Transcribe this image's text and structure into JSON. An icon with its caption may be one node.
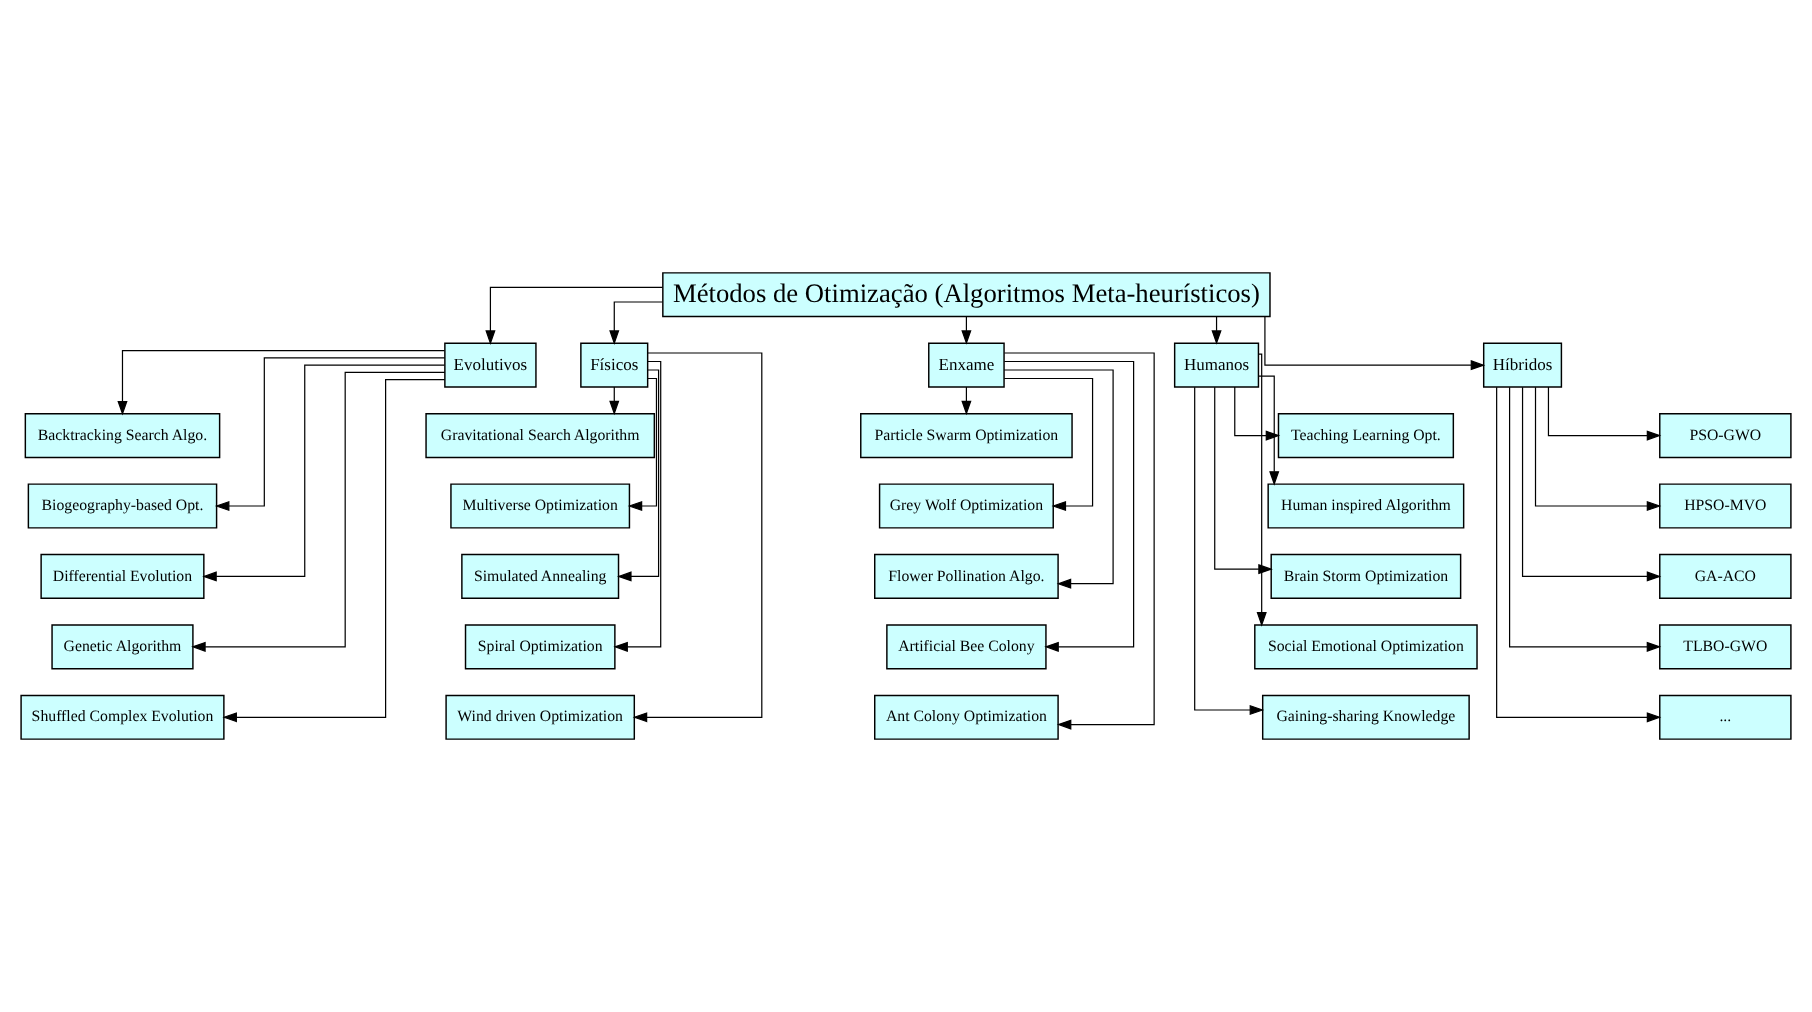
{
  "diagram": {
    "nodes": [
      {
        "text": [
          "Métodos de Otimização (Algoritmos Meta-heurísticos)"
        ]
      },
      {
        "text": [
          "Evolutivos"
        ]
      },
      {
        "text": [
          "Físicos"
        ]
      },
      {
        "text": [
          "Enxame"
        ]
      },
      {
        "text": [
          "Humanos"
        ]
      },
      {
        "text": [
          "Híbridos"
        ]
      },
      {
        "text": [
          "Backtracking Search Algo."
        ]
      },
      {
        "text": [
          "Biogeography-based Opt."
        ]
      },
      {
        "text": [
          "Differential Evolution"
        ]
      },
      {
        "text": [
          "Genetic Algorithm"
        ]
      },
      {
        "text": [
          "Shuffled Complex Evolution"
        ]
      },
      {
        "text": [
          "Gravitational Search Algorithm"
        ]
      },
      {
        "text": [
          "Multiverse Optimization"
        ]
      },
      {
        "text": [
          "Simulated Annealing"
        ]
      },
      {
        "text": [
          "Spiral Optimization"
        ]
      },
      {
        "text": [
          "Wind driven Optimization"
        ]
      },
      {
        "text": [
          "Particle Swarm Optimization"
        ]
      },
      {
        "text": [
          "Grey Wolf Optimization"
        ]
      },
      {
        "text": [
          "Flower Pollination Algo."
        ]
      },
      {
        "text": [
          "Artificial Bee Colony"
        ]
      },
      {
        "text": [
          "Ant Colony Optimization"
        ]
      },
      {
        "text": [
          "Teaching Learning Opt."
        ]
      },
      {
        "text": [
          "Human inspired Algorithm"
        ]
      },
      {
        "text": [
          "Brain Storm Optimization"
        ]
      },
      {
        "text": [
          "Social Emotional Optimization"
        ]
      },
      {
        "text": [
          "Gaining-sharing Knowledge"
        ]
      },
      {
        "text": [
          "PSO-GWO"
        ]
      },
      {
        "text": [
          "HPSO-MVO"
        ]
      },
      {
        "text": [
          "GA-ACO"
        ]
      },
      {
        "text": [
          "TLBO-GWO"
        ]
      },
      {
        "text": [
          "..."
        ]
      }
    ],
    "edges": [
      {
        "from": 0,
        "to": 1,
        "arrow": "to"
      },
      {
        "from": 0,
        "to": 2,
        "arrow": "to"
      },
      {
        "from": 0,
        "to": 3,
        "arrow": "to"
      },
      {
        "from": 0,
        "to": 4,
        "arrow": "to"
      },
      {
        "from": 0,
        "to": 5,
        "arrow": "to"
      },
      {
        "from": 1,
        "to": 6,
        "arrow": "to"
      },
      {
        "from": 1,
        "to": 7,
        "arrow": "to"
      },
      {
        "from": 1,
        "to": 8,
        "arrow": "to"
      },
      {
        "from": 1,
        "to": 9,
        "arrow": "to"
      },
      {
        "from": 1,
        "to": 10,
        "arrow": "to"
      },
      {
        "from": 2,
        "to": 11,
        "arrow": "to"
      },
      {
        "from": 2,
        "to": 12,
        "arrow": "to"
      },
      {
        "from": 2,
        "to": 13,
        "arrow": "to"
      },
      {
        "from": 2,
        "to": 14,
        "arrow": "to"
      },
      {
        "from": 2,
        "to": 15,
        "arrow": "to"
      },
      {
        "from": 3,
        "to": 16,
        "arrow": "to"
      },
      {
        "from": 3,
        "to": 17,
        "arrow": "to"
      },
      {
        "from": 3,
        "to": 18,
        "arrow": "to"
      },
      {
        "from": 3,
        "to": 19,
        "arrow": "to"
      },
      {
        "from": 3,
        "to": 20,
        "arrow": "to"
      },
      {
        "from": 4,
        "to": 21,
        "arrow": "to"
      },
      {
        "from": 4,
        "to": 22,
        "arrow": "to"
      },
      {
        "from": 4,
        "to": 23,
        "arrow": "to"
      },
      {
        "from": 4,
        "to": 24,
        "arrow": "to"
      },
      {
        "from": 4,
        "to": 25,
        "arrow": "to"
      },
      {
        "from": 5,
        "to": 26,
        "arrow": "to"
      },
      {
        "from": 5,
        "to": 27,
        "arrow": "to"
      },
      {
        "from": 5,
        "to": 28,
        "arrow": "to"
      },
      {
        "from": 5,
        "to": 29,
        "arrow": "to"
      },
      {
        "from": 5,
        "to": 30,
        "arrow": "to"
      }
    ]
  }
}
